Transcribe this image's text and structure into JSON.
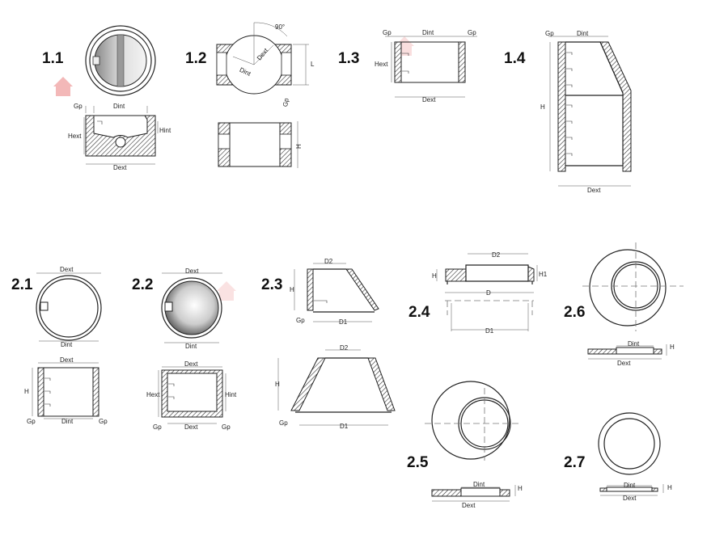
{
  "figures": {
    "f11": {
      "number": "1.1",
      "labels": {
        "gp": "Gp",
        "dint": "Dint",
        "hext": "Hext",
        "hint": "Hint",
        "dext": "Dext"
      }
    },
    "f12": {
      "number": "1.2",
      "labels": {
        "angle": "90°",
        "dext": "Dext",
        "dint": "Dint",
        "l": "L",
        "gp": "Gp",
        "h": "H"
      }
    },
    "f13": {
      "number": "1.3",
      "labels": {
        "gp_left": "Gp",
        "dint": "Dint",
        "gp_right": "Gp",
        "hext": "Hext",
        "dext": "Dext"
      }
    },
    "f14": {
      "number": "1.4",
      "labels": {
        "gp": "Gp",
        "dint": "Dint",
        "h": "H",
        "dext": "Dext"
      }
    },
    "f21": {
      "number": "2.1",
      "labels": {
        "dext_top": "Dext",
        "dint_top": "Dint",
        "dext": "Dext",
        "h": "H",
        "gp_left": "Gp",
        "dint": "Dint",
        "gp_right": "Gp"
      }
    },
    "f22": {
      "number": "2.2",
      "labels": {
        "dext_top": "Dext",
        "dint_top": "Dint",
        "dext": "Dext",
        "hext": "Hext",
        "hint": "Hint",
        "gp_left": "Gp",
        "dext_bottom": "Dext",
        "gp_right": "Gp"
      }
    },
    "f23": {
      "number": "2.3",
      "labels": {
        "d2_small": "D2",
        "h_small": "H",
        "gp_small": "Gp",
        "d1_small": "D1",
        "d2": "D2",
        "h": "H",
        "gp": "Gp",
        "d1": "D1"
      }
    },
    "f24": {
      "number": "2.4",
      "labels": {
        "d2": "D2",
        "h": "H",
        "h1": "H1",
        "d": "D",
        "d1": "D1"
      }
    },
    "f25": {
      "number": "2.5",
      "labels": {
        "dint": "Dint",
        "h": "H",
        "dext": "Dext"
      }
    },
    "f26": {
      "number": "2.6",
      "labels": {
        "dint": "Dint",
        "h": "H",
        "dext": "Dext"
      }
    },
    "f27": {
      "number": "2.7",
      "labels": {
        "dint": "Dint",
        "h": "H",
        "dext": "Dext"
      }
    }
  },
  "icons": [
    "house-watermark-icon"
  ]
}
